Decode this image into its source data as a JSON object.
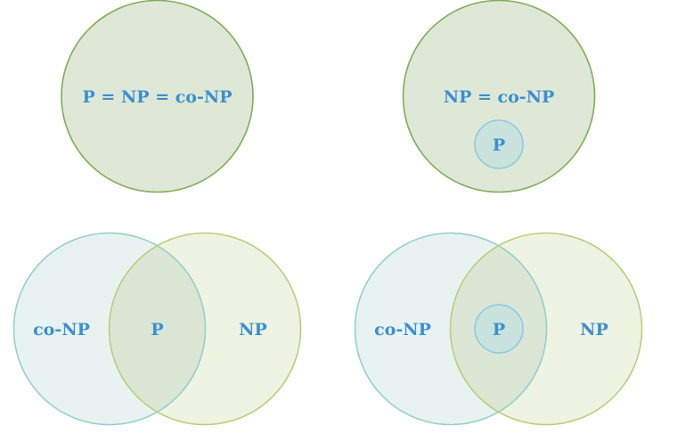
{
  "colors": {
    "label_blue": "#3a8fd3",
    "green_fill": "#dfe8d6",
    "green_stroke": "#7fae5a",
    "teal_fill": "#e8f3f1",
    "teal_stroke": "#96cfcf",
    "olive_fill": "#eef3e2",
    "olive_stroke": "#b9cf7a",
    "p_fill": "#c9e2dc",
    "p_stroke": "#8ccbe3",
    "overlap_fill": "#dbe6d4"
  },
  "diagrams": [
    {
      "labels": {
        "main": "P = NP = co-NP"
      }
    },
    {
      "labels": {
        "np": "NP = co-NP",
        "p": "P"
      }
    },
    {
      "labels": {
        "conp": "co-NP",
        "p": "P",
        "np": "NP"
      }
    },
    {
      "labels": {
        "conp": "co-NP",
        "p": "P",
        "np": "NP"
      }
    }
  ]
}
